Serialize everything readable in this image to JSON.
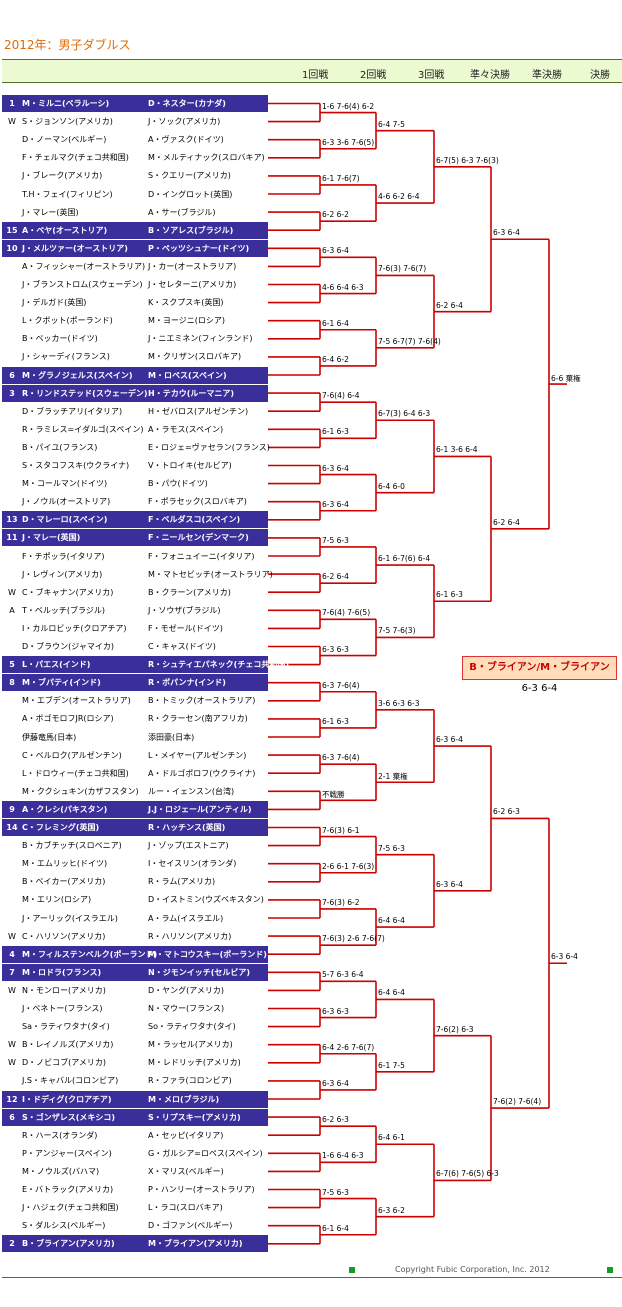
{
  "title": "2012年：男子ダブルス",
  "rounds": [
    "1回戦",
    "2回戦",
    "3回戦",
    "準々決勝",
    "準決勝",
    "決勝"
  ],
  "colors": {
    "seed_bg": "#3a2e9a",
    "line": "#cc0000",
    "header_bg": "#ecfad2",
    "champion_bg": "#ffddbb"
  },
  "entries": [
    {
      "mark": "1",
      "p1": "M・ミルニ(ベラルーシ)",
      "p2": "D・ネスター(カナダ)",
      "seeded": true
    },
    {
      "mark": "W",
      "p1": "S・ジョンソン(アメリカ)",
      "p2": "J・ソック(アメリカ)",
      "seeded": false
    },
    {
      "mark": "",
      "p1": "D・ノーマン(ベルギー)",
      "p2": "A・ヴァスク(ドイツ)",
      "seeded": false
    },
    {
      "mark": "",
      "p1": "F・チェルマク(チェコ共和国)",
      "p2": "M・メルティナック(スロバキア)",
      "seeded": false
    },
    {
      "mark": "",
      "p1": "J・ブレーク(アメリカ)",
      "p2": "S・クエリー(アメリカ)",
      "seeded": false
    },
    {
      "mark": "",
      "p1": "T.H・フェイ(フィリピン)",
      "p2": "D・イングロット(英国)",
      "seeded": false
    },
    {
      "mark": "",
      "p1": "J・マレー(英国)",
      "p2": "A・サー(ブラジル)",
      "seeded": false
    },
    {
      "mark": "15",
      "p1": "A・ペヤ(オーストリア)",
      "p2": "B・ソアレス(ブラジル)",
      "seeded": true
    },
    {
      "mark": "10",
      "p1": "J・メルツァー(オーストリア)",
      "p2": "P・ペッツシュナー(ドイツ)",
      "seeded": true
    },
    {
      "mark": "",
      "p1": "A・フィッシャー(オーストラリア)",
      "p2": "J・カー(オーストラリア)",
      "seeded": false
    },
    {
      "mark": "",
      "p1": "J・ブランストロム(スウェーデン)",
      "p2": "J・セレターニ(アメリカ)",
      "seeded": false
    },
    {
      "mark": "",
      "p1": "J・デルガド(英国)",
      "p2": "K・スクプスキ(英国)",
      "seeded": false
    },
    {
      "mark": "",
      "p1": "L・クボット(ポーランド)",
      "p2": "M・ヨージニ(ロシア)",
      "seeded": false
    },
    {
      "mark": "",
      "p1": "B・ベッカー(ドイツ)",
      "p2": "J・ニエミネン(フィンランド)",
      "seeded": false
    },
    {
      "mark": "",
      "p1": "J・シャーディ(フランス)",
      "p2": "M・クリザン(スロバキア)",
      "seeded": false
    },
    {
      "mark": "6",
      "p1": "M・グラノジェルス(スペイン)",
      "p2": "M・ロペス(スペイン)",
      "seeded": true
    },
    {
      "mark": "3",
      "p1": "R・リンドステッド(スウェーデン)",
      "p2": "H・テカウ(ルーマニア)",
      "seeded": true
    },
    {
      "mark": "",
      "p1": "D・ブラッチアリ(イタリア)",
      "p2": "H・ゼバロス(アルゼンチン)",
      "seeded": false
    },
    {
      "mark": "",
      "p1": "R・ラミレス=イダルゴ(スペイン)",
      "p2": "A・ラモス(スペイン)",
      "seeded": false
    },
    {
      "mark": "",
      "p1": "B・パイユ(フランス)",
      "p2": "E・ロジェ=ヴァセラン(フランス)",
      "seeded": false
    },
    {
      "mark": "",
      "p1": "S・スタコフスキ(ウクライナ)",
      "p2": "V・トロイキ(セルビア)",
      "seeded": false
    },
    {
      "mark": "",
      "p1": "M・コールマン(ドイツ)",
      "p2": "B・パウ(ドイツ)",
      "seeded": false
    },
    {
      "mark": "",
      "p1": "J・ノウル(オーストリア)",
      "p2": "F・ポラセック(スロバキア)",
      "seeded": false
    },
    {
      "mark": "13",
      "p1": "D・マレーロ(スペイン)",
      "p2": "F・ベルダスコ(スペイン)",
      "seeded": true
    },
    {
      "mark": "11",
      "p1": "J・マレー(英国)",
      "p2": "F・ニールセン(デンマーク)",
      "seeded": true
    },
    {
      "mark": "",
      "p1": "F・チポッラ(イタリア)",
      "p2": "F・フォニュイーニ(イタリア)",
      "seeded": false
    },
    {
      "mark": "",
      "p1": "J・レヴィン(アメリカ)",
      "p2": "M・マトセビッチ(オーストラリア)",
      "seeded": false
    },
    {
      "mark": "W",
      "p1": "C・ブキャナン(アメリカ)",
      "p2": "B・クラーン(アメリカ)",
      "seeded": false
    },
    {
      "mark": "A",
      "p1": "T・ベルッチ(ブラジル)",
      "p2": "J・ソウザ(ブラジル)",
      "seeded": false
    },
    {
      "mark": "",
      "p1": "I・カルロビッチ(クロアチア)",
      "p2": "F・モゼール(ドイツ)",
      "seeded": false
    },
    {
      "mark": "",
      "p1": "D・ブラウン(ジャマイカ)",
      "p2": "C・キャス(ドイツ)",
      "seeded": false
    },
    {
      "mark": "5",
      "p1": "L・パエス(インド)",
      "p2": "R・シュティエパネック(チェコ共和国)",
      "seeded": true
    },
    {
      "mark": "8",
      "p1": "M・ブパティ(インド)",
      "p2": "R・ボパンナ(インド)",
      "seeded": true
    },
    {
      "mark": "",
      "p1": "M・エブデン(オーストラリア)",
      "p2": "B・トミック(オーストラリア)",
      "seeded": false
    },
    {
      "mark": "",
      "p1": "A・ボゴモロフJR(ロシア)",
      "p2": "R・クラーセン(南アフリカ)",
      "seeded": false
    },
    {
      "mark": "",
      "p1": "伊藤竜馬(日本)",
      "p2": "添田豪(日本)",
      "seeded": false
    },
    {
      "mark": "",
      "p1": "C・ベルロク(アルゼンチン)",
      "p2": "L・メイヤー(アルゼンチン)",
      "seeded": false
    },
    {
      "mark": "",
      "p1": "L・ドロウィー(チェコ共和国)",
      "p2": "A・ドルゴポロフ(ウクライナ)",
      "seeded": false
    },
    {
      "mark": "",
      "p1": "M・ククシュキン(カザフスタン)",
      "p2": "ルー・イェンスン(台湾)",
      "seeded": false
    },
    {
      "mark": "9",
      "p1": "A・クレシ(パキスタン)",
      "p2": "J.J・ロジェール(アンティル)",
      "seeded": true
    },
    {
      "mark": "14",
      "p1": "C・フレミング(英国)",
      "p2": "R・ハッチンス(英国)",
      "seeded": true
    },
    {
      "mark": "",
      "p1": "B・カブチッチ(スロベニア)",
      "p2": "J・ゾップ(エストニア)",
      "seeded": false
    },
    {
      "mark": "",
      "p1": "M・エムリッヒ(ドイツ)",
      "p2": "I・セイスリン(オランダ)",
      "seeded": false
    },
    {
      "mark": "",
      "p1": "B・ベイカー(アメリカ)",
      "p2": "R・ラム(アメリカ)",
      "seeded": false
    },
    {
      "mark": "",
      "p1": "M・エリン(ロシア)",
      "p2": "D・イストミン(ウズベキスタン)",
      "seeded": false
    },
    {
      "mark": "",
      "p1": "J・アーリック(イスラエル)",
      "p2": "A・ラム(イスラエル)",
      "seeded": false
    },
    {
      "mark": "W",
      "p1": "C・ハリソン(アメリカ)",
      "p2": "R・ハリソン(アメリカ)",
      "seeded": false
    },
    {
      "mark": "4",
      "p1": "M・フィルステンベルク(ポーランド)",
      "p2": "M・マトコウスキー(ポーランド)",
      "seeded": true
    },
    {
      "mark": "7",
      "p1": "M・ロドラ(フランス)",
      "p2": "N・ジモンイッチ(セルビア)",
      "seeded": true
    },
    {
      "mark": "W",
      "p1": "N・モンロー(アメリカ)",
      "p2": "D・ヤング(アメリカ)",
      "seeded": false
    },
    {
      "mark": "",
      "p1": "J・ベネトー(フランス)",
      "p2": "N・マウー(フランス)",
      "seeded": false
    },
    {
      "mark": "",
      "p1": "Sa・ラティワタナ(タイ)",
      "p2": "So・ラティワタナ(タイ)",
      "seeded": false
    },
    {
      "mark": "W",
      "p1": "B・レイノルズ(アメリカ)",
      "p2": "M・ラッセル(アメリカ)",
      "seeded": false
    },
    {
      "mark": "W",
      "p1": "D・ノビコブ(アメリカ)",
      "p2": "M・レドリッチ(アメリカ)",
      "seeded": false
    },
    {
      "mark": "",
      "p1": "J.S・キャバル(コロンビア)",
      "p2": "R・ファラ(コロンビア)",
      "seeded": false
    },
    {
      "mark": "12",
      "p1": "I・ドディグ(クロアチア)",
      "p2": "M・メロ(ブラジル)",
      "seeded": true
    },
    {
      "mark": "6",
      "p1": "S・ゴンザレス(メキシコ)",
      "p2": "S・リプスキー(アメリカ)",
      "seeded": true
    },
    {
      "mark": "",
      "p1": "R・ハース(オランダ)",
      "p2": "A・セッピ(イタリア)",
      "seeded": false
    },
    {
      "mark": "",
      "p1": "P・アンジャー(スペイン)",
      "p2": "G・ガルシア=ロペス(スペイン)",
      "seeded": false
    },
    {
      "mark": "",
      "p1": "M・ノウルズ(バハマ)",
      "p2": "X・マリス(ベルギー)",
      "seeded": false
    },
    {
      "mark": "",
      "p1": "E・バトラック(アメリカ)",
      "p2": "P・ハンリー(オーストラリア)",
      "seeded": false
    },
    {
      "mark": "",
      "p1": "J・ハジェク(チェコ共和国)",
      "p2": "L・ラコ(スロバキア)",
      "seeded": false
    },
    {
      "mark": "",
      "p1": "S・ダルシス(ベルギー)",
      "p2": "D・ゴファン(ベルギー)",
      "seeded": false
    },
    {
      "mark": "2",
      "p1": "B・ブライアン(アメリカ)",
      "p2": "M・ブライアン(アメリカ)",
      "seeded": true
    }
  ],
  "scores": {
    "r1": [
      "1-6 7-6(4) 6-2",
      "6-3 3-6 7-6(5)",
      "6-1 7-6(7)",
      "6-2 6-2",
      "6-3 6-4",
      "4-6 6-4 6-3",
      "6-1 6-4",
      "6-4 6-2",
      "7-6(4) 6-4",
      "6-1 6-3",
      "6-3 6-4",
      "6-3 6-4",
      "7-5 6-3",
      "6-2 6-4",
      "7-6(4) 7-6(5)",
      "6-3 6-3",
      "6-3 7-6(4)",
      "6-1 6-3",
      "6-3 7-6(4)",
      "不戦勝",
      "7-6(3) 6-1",
      "2-6 6-1 7-6(3)",
      "7-6(3) 6-2",
      "7-6(3) 2-6 7-6(7)",
      "5-7 6-3 6-4",
      "6-3 6-3",
      "6-4 2-6 7-6(7)",
      "6-3 6-4",
      "6-2 6-3",
      "1-6 6-4 6-3",
      "7-5 6-3",
      "6-1 6-4"
    ],
    "r2": [
      "6-4 7-5",
      "4-6 6-2 6-4",
      "7-6(3) 7-6(7)",
      "7-5 6-7(7) 7-6(4)",
      "6-7(3) 6-4 6-3",
      "6-4 6-0",
      "6-1 6-7(6) 6-4",
      "7-5 7-6(3)",
      "3-6 6-3 6-3",
      "2-1 棄権",
      "7-5 6-3",
      "6-4 6-4",
      "6-4 6-4",
      "6-1 7-5",
      "6-4 6-1",
      "6-3 6-2"
    ],
    "r3": [
      "6-7(5) 6-3 7-6(3)",
      "6-2 6-4",
      "6-1 3-6 6-4",
      "6-1 6-3",
      "6-3 6-4",
      "6-3 6-4",
      "7-6(2) 6-3",
      "6-7(6) 7-6(5) 6-3"
    ],
    "qf": [
      "6-3 6-4",
      "6-2 6-4",
      "6-2 6-3",
      "7-6(2) 7-6(4)"
    ],
    "sf": [
      "6-6 棄権",
      "6-3 6-4"
    ],
    "champion": "B・ブライアン/M・ブライアン",
    "final": "6-3 6-4"
  },
  "copyright": "Copyright Fubic Corporation, Inc. 2012"
}
